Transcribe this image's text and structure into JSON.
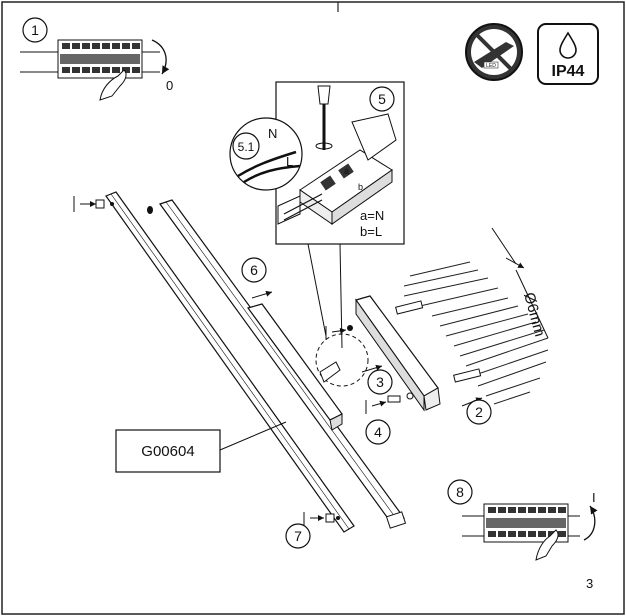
{
  "steps": {
    "s1": "1",
    "s2": "2",
    "s3": "3",
    "s4": "4",
    "s5": "5",
    "s51": "5.1",
    "s6": "6",
    "s7": "7",
    "s8": "8"
  },
  "switch_off_label": "0",
  "switch_on_label": "I",
  "wiring": {
    "a_label": "a=N",
    "b_label": "b=L",
    "n_letter": "N",
    "l_letter": "L",
    "term_a": "a",
    "term_b": "b"
  },
  "drill_diameter": "Ø6mm",
  "product_code": "G00604",
  "ip_rating": "IP44",
  "led_text": "LED",
  "page_number": "3"
}
